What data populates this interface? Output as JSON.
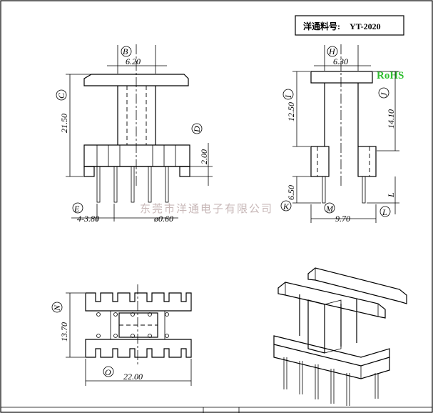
{
  "part_box": {
    "label": "洋通料号:",
    "part_no": "YT-2020"
  },
  "rohs": "RoHS",
  "watermark": "东莞市洋通电子有限公司",
  "front_view": {
    "labels": {
      "B": "B",
      "C": "C",
      "D": "D",
      "E": "E"
    },
    "dims": {
      "B": "6.20",
      "C": "21.50",
      "D": "2.00",
      "E": "4-3.80",
      "pin": "ø0.60"
    }
  },
  "side_view": {
    "labels": {
      "H": "H",
      "I": "I",
      "J": "J",
      "K": "K",
      "L": "L",
      "M": "M"
    },
    "dims": {
      "H": "6.30",
      "I": "12.50",
      "J": "14.10",
      "K": "6.50",
      "L": "L",
      "M": "9.70"
    }
  },
  "bottom_view": {
    "labels": {
      "N": "N",
      "O": "O"
    },
    "dims": {
      "N": "13.70",
      "O": "22.00"
    }
  }
}
